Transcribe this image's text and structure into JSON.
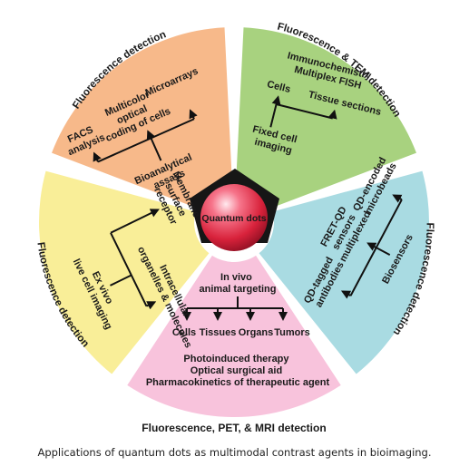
{
  "center": {
    "label": "Quantum dots"
  },
  "colors": {
    "orange": "#f7b98a",
    "green": "#a8d27f",
    "blue": "#a9dbe2",
    "pink": "#f8c3dc",
    "yellow": "#f9ee98",
    "pentagon": "#161616",
    "sphere": "#e23a4f"
  },
  "sectors": {
    "orange": {
      "outer_label": "Fluorescence detection",
      "facs": [
        "FACS",
        "analysis"
      ],
      "multicolor": [
        "Multicolor",
        "optical",
        "coding of cells"
      ],
      "microarrays": "Microarrays",
      "bottom": [
        "Bioanalytical",
        "assays"
      ]
    },
    "green": {
      "outer_label": "Fluorescence & TEM detection",
      "top": [
        "Immunochemistry",
        "Multiplex FISH"
      ],
      "cells": "Cells",
      "tissue": "Tissue sections",
      "bottom": [
        "Fixed cell",
        "imaging"
      ]
    },
    "blue": {
      "outer_label": "Fluorescence detection",
      "biosensors": "Biosensors",
      "c1": "QD-encoded",
      "c2": "microbeads",
      "c3": "FRET-QD",
      "c4": "sensors",
      "c5": "multiplexed",
      "c6": "QD-tagged",
      "c7": "antibodies"
    },
    "pink": {
      "outer_label": "Fluorescence, PET, & MRI detection",
      "top": [
        "In vivo",
        "animal targeting"
      ],
      "targets": [
        "Cells",
        "Tissues",
        "Organs",
        "Tumors"
      ],
      "bottom": [
        "Photoinduced therapy",
        "Optical surgical aid",
        "Pharmacokinetics of therapeutic agent"
      ]
    },
    "yellow": {
      "outer_label": "Fluorescence detection",
      "left": [
        "Membrane",
        "surface",
        "receptor"
      ],
      "live": [
        "Ex vivo",
        "live cell imaging"
      ],
      "intra": [
        "Intracellular",
        "organelles & molecules"
      ]
    }
  },
  "caption": "Applications of quantum dots as multimodal contrast agents in bioimaging."
}
